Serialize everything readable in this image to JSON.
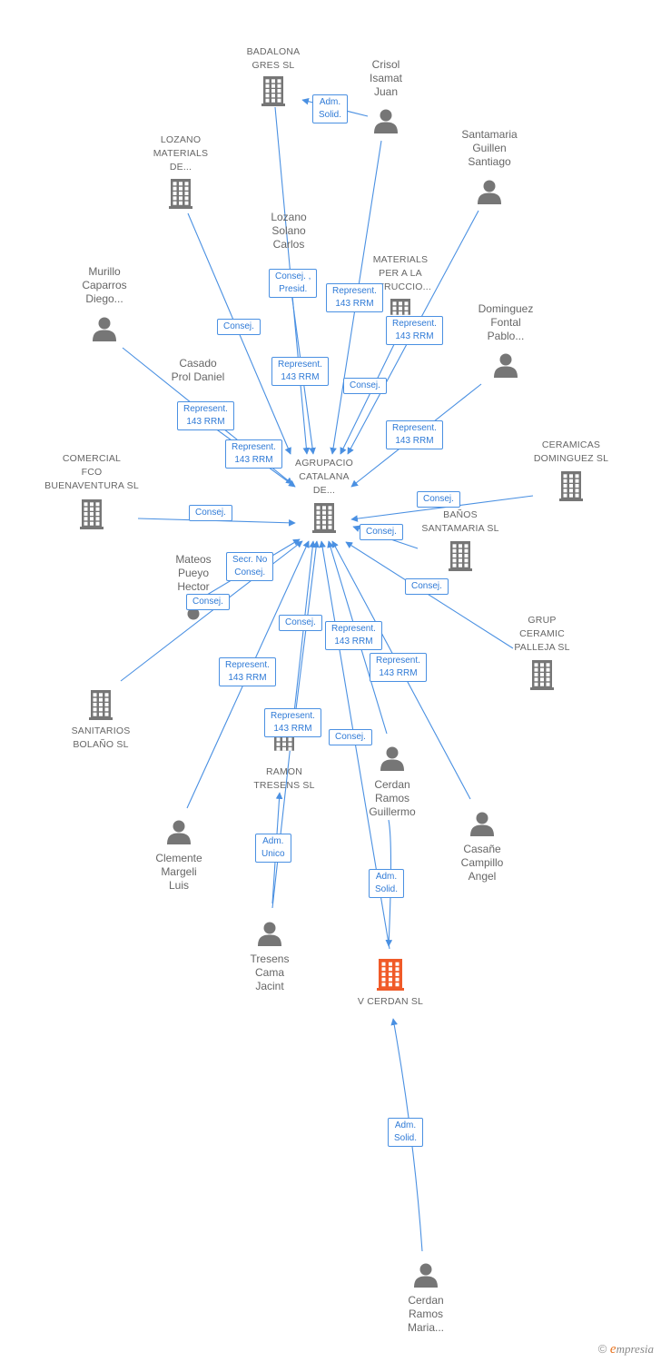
{
  "colors": {
    "edge": "#4a90e2",
    "icon": "#767676",
    "highlight": "#f05a28",
    "label": "#666666"
  },
  "nodes": [
    {
      "id": "agrupacio",
      "type": "company",
      "label": "AGRUPACIO\nCATALANA\nDE..."
    },
    {
      "id": "badalona",
      "type": "company",
      "label": "BADALONA\nGRES  SL"
    },
    {
      "id": "crisol",
      "type": "person",
      "label": "Crisol\nIsamat\nJuan"
    },
    {
      "id": "lozano_mat",
      "type": "company",
      "label": "LOZANO\nMATERIALS\nDE..."
    },
    {
      "id": "santamaria",
      "type": "person",
      "label": "Santamaria\nGuillen\nSantiago"
    },
    {
      "id": "lozano_solano",
      "type": "person",
      "label": "Lozano\nSolano\nCarlos"
    },
    {
      "id": "materials",
      "type": "company",
      "label": "MATERIALS\nPER A LA\n...TRUCCIO..."
    },
    {
      "id": "murillo",
      "type": "person",
      "label": "Murillo\nCaparros\nDiego..."
    },
    {
      "id": "dominguez_f",
      "type": "person",
      "label": "Dominguez\nFontal\nPablo..."
    },
    {
      "id": "casado",
      "type": "person",
      "label": "Casado\nProl Daniel"
    },
    {
      "id": "comercial",
      "type": "company",
      "label": "COMERCIAL\nFCO\nBUENAVENTURA SL"
    },
    {
      "id": "ceramicas",
      "type": "company",
      "label": "CERAMICAS\nDOMINGUEZ  SL"
    },
    {
      "id": "banos",
      "type": "company",
      "label": "BAÑOS\nSANTAMARIA SL"
    },
    {
      "id": "mateos",
      "type": "person",
      "label": "Mateos\nPueyo\nHector"
    },
    {
      "id": "grup",
      "type": "company",
      "label": "GRUP\nCERAMIC\nPALLEJA SL"
    },
    {
      "id": "sanitarios",
      "type": "company",
      "label": "SANITARIOS\nBOLAÑO  SL"
    },
    {
      "id": "ramon",
      "type": "company",
      "label": "RAMON\nTRESENS SL"
    },
    {
      "id": "cerdan_g",
      "type": "person",
      "label": "Cerdan\nRamos\nGuillermo"
    },
    {
      "id": "clemente",
      "type": "person",
      "label": "Clemente\nMargeli\nLuis"
    },
    {
      "id": "casane",
      "type": "person",
      "label": "Casañe\nCampillo\nAngel"
    },
    {
      "id": "tresens",
      "type": "person",
      "label": "Tresens\nCama\nJacint"
    },
    {
      "id": "vcerdan",
      "type": "company",
      "label": "V CERDAN SL",
      "highlight": true
    },
    {
      "id": "cerdan_m",
      "type": "person",
      "label": "Cerdan\nRamos\nMaria..."
    }
  ],
  "relations": [
    {
      "from": "crisol",
      "to": "badalona",
      "label": "Adm.\nSolid."
    },
    {
      "from": "lozano_solano",
      "to": "agrupacio",
      "label": "Consej. ,\nPresid."
    },
    {
      "from": "crisol",
      "to": "agrupacio",
      "label": "Represent.\n143 RRM"
    },
    {
      "from": "lozano_mat",
      "to": "agrupacio",
      "label": "Consej."
    },
    {
      "from": "santamaria",
      "to": "agrupacio",
      "label": "Represent.\n143 RRM"
    },
    {
      "from": "badalona",
      "to": "agrupacio",
      "label": "Represent.\n143 RRM"
    },
    {
      "from": "materials",
      "to": "agrupacio",
      "label": "Consej."
    },
    {
      "from": "murillo",
      "to": "agrupacio",
      "label": "Represent.\n143 RRM"
    },
    {
      "from": "casado",
      "to": "agrupacio",
      "label": "Represent.\n143 RRM"
    },
    {
      "from": "dominguez_f",
      "to": "agrupacio",
      "label": "Represent.\n143 RRM"
    },
    {
      "from": "comercial",
      "to": "agrupacio",
      "label": "Consej."
    },
    {
      "from": "ceramicas",
      "to": "agrupacio",
      "label": "Consej."
    },
    {
      "from": "banos",
      "to": "agrupacio",
      "label": "Consej."
    },
    {
      "from": "grup",
      "to": "agrupacio",
      "label": "Consej."
    },
    {
      "from": "mateos",
      "to": "agrupacio",
      "label": "Secr.  No\nConsej."
    },
    {
      "from": "sanitarios",
      "to": "agrupacio",
      "label": "Consej."
    },
    {
      "from": "ramon",
      "to": "agrupacio",
      "label": "Consej."
    },
    {
      "from": "clemente",
      "to": "agrupacio",
      "label": "Represent.\n143 RRM"
    },
    {
      "from": "tresens",
      "to": "agrupacio",
      "label": "Represent.\n143 RRM"
    },
    {
      "from": "cerdan_g",
      "to": "agrupacio",
      "label": "Represent.\n143 RRM"
    },
    {
      "from": "casane",
      "to": "agrupacio",
      "label": "Represent.\n143 RRM"
    },
    {
      "from": "vcerdan",
      "to": "agrupacio",
      "label": "Consej."
    },
    {
      "from": "tresens",
      "to": "ramon",
      "label": "Adm.\nUnico"
    },
    {
      "from": "cerdan_g",
      "to": "vcerdan",
      "label": "Adm.\nSolid."
    },
    {
      "from": "cerdan_m",
      "to": "vcerdan",
      "label": "Adm.\nSolid."
    }
  ],
  "footer": {
    "copyright": "©",
    "brand_initial": "e",
    "brand_rest": "mpresia"
  }
}
